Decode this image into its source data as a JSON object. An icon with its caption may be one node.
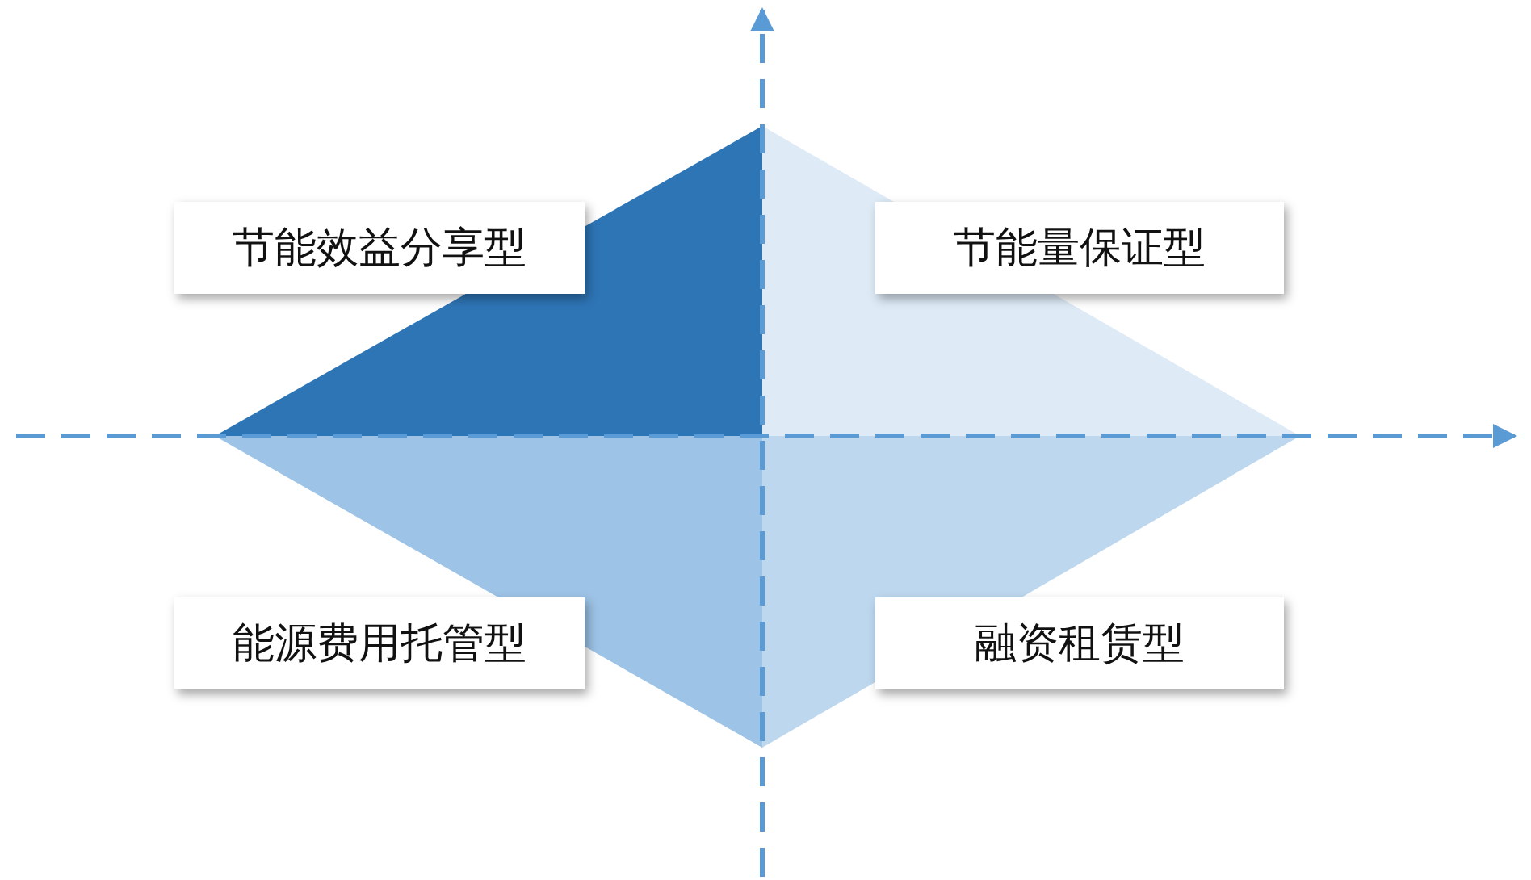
{
  "diagram": {
    "nodes": [
      {
        "text": [
          "节能效益分享型"
        ]
      },
      {
        "text": [
          "节能量保证型"
        ]
      },
      {
        "text": [
          "能源费用托管型"
        ]
      },
      {
        "text": [
          "融资租赁型"
        ]
      }
    ]
  }
}
